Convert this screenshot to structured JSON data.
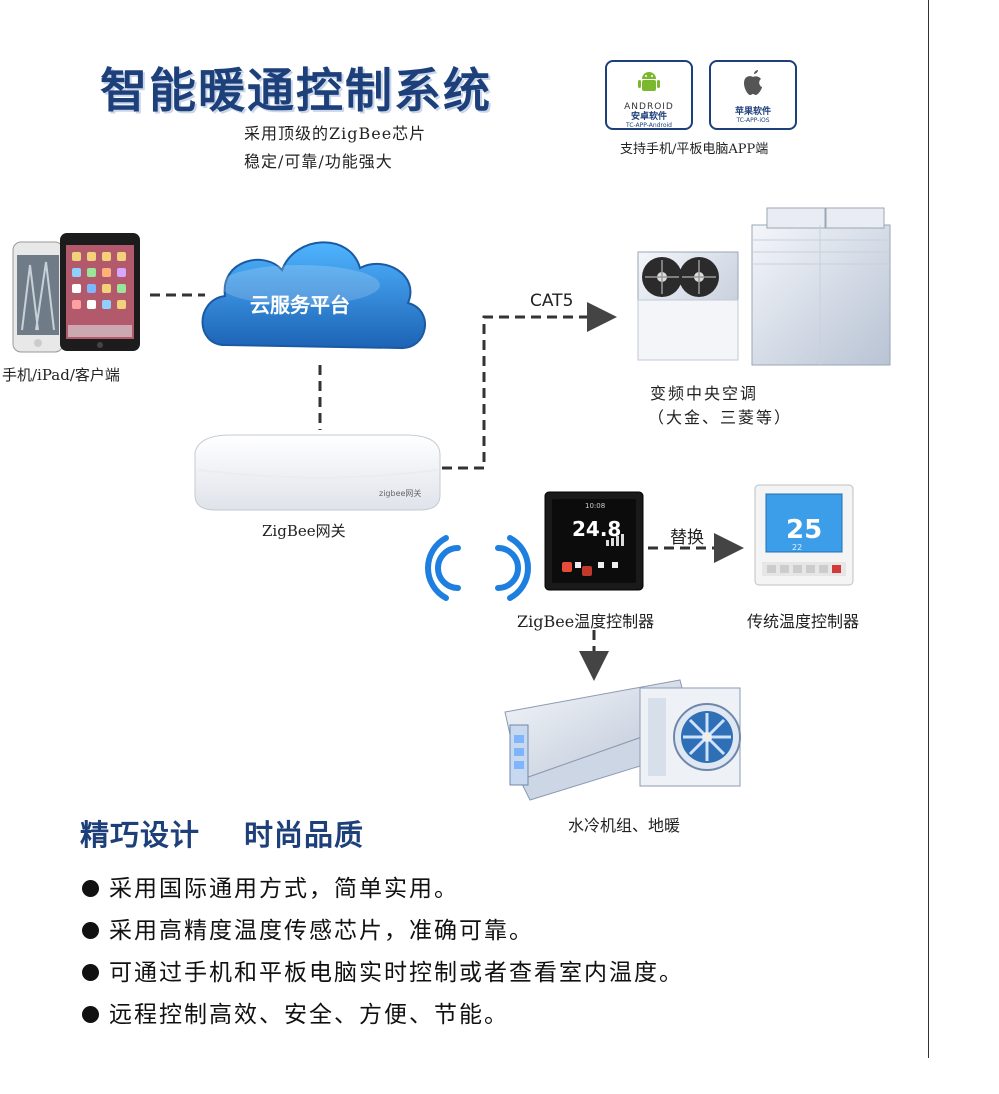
{
  "header": {
    "title": "智能暖通控制系统",
    "subtitle_line1": "采用顶级的ZigBee芯片",
    "subtitle_line2": "稳定/可靠/功能强大"
  },
  "app_badges": [
    {
      "brand": "ANDROID",
      "label_cn": "安卓软件",
      "label_en": "TC-APP-Android"
    },
    {
      "brand": "",
      "label_cn": "苹果软件",
      "label_en": "TC-APP-iOS"
    }
  ],
  "app_support_caption": "支持手机/平板电脑APP端",
  "nodes": {
    "clients": {
      "label": "手机/iPad/客户端"
    },
    "cloud": {
      "label": "云服务平台"
    },
    "gateway": {
      "label": "ZigBee网关",
      "device_text": "zigbee网关"
    },
    "central_ac": {
      "label_line1": "变频中央空调",
      "label_line2": "（大金、三菱等）"
    },
    "zigbee_thermostat": {
      "label": "ZigBee温度控制器",
      "display": "24.8",
      "time": "10:08"
    },
    "traditional_thermostat": {
      "label": "传统温度控制器",
      "display": "25",
      "sub": "22"
    },
    "water_chiller": {
      "label": "水冷机组、地暖"
    }
  },
  "edges": {
    "cat5_label": "CAT5",
    "replace_label": "替换"
  },
  "features": {
    "title_part1": "精巧设计",
    "title_part2": "时尚品质",
    "bullets": [
      "采用国际通用方式，简单实用。",
      "采用高精度温度传感芯片，准确可靠。",
      "可通过手机和平板电脑实时控制或者查看室内温度。",
      "远程控制高效、安全、方便、节能。"
    ]
  },
  "colors": {
    "brand_blue": "#1d3f7a",
    "cloud_blue": "#2a86d6",
    "wifi_blue": "#1e7fe0",
    "connector": "#333333"
  }
}
